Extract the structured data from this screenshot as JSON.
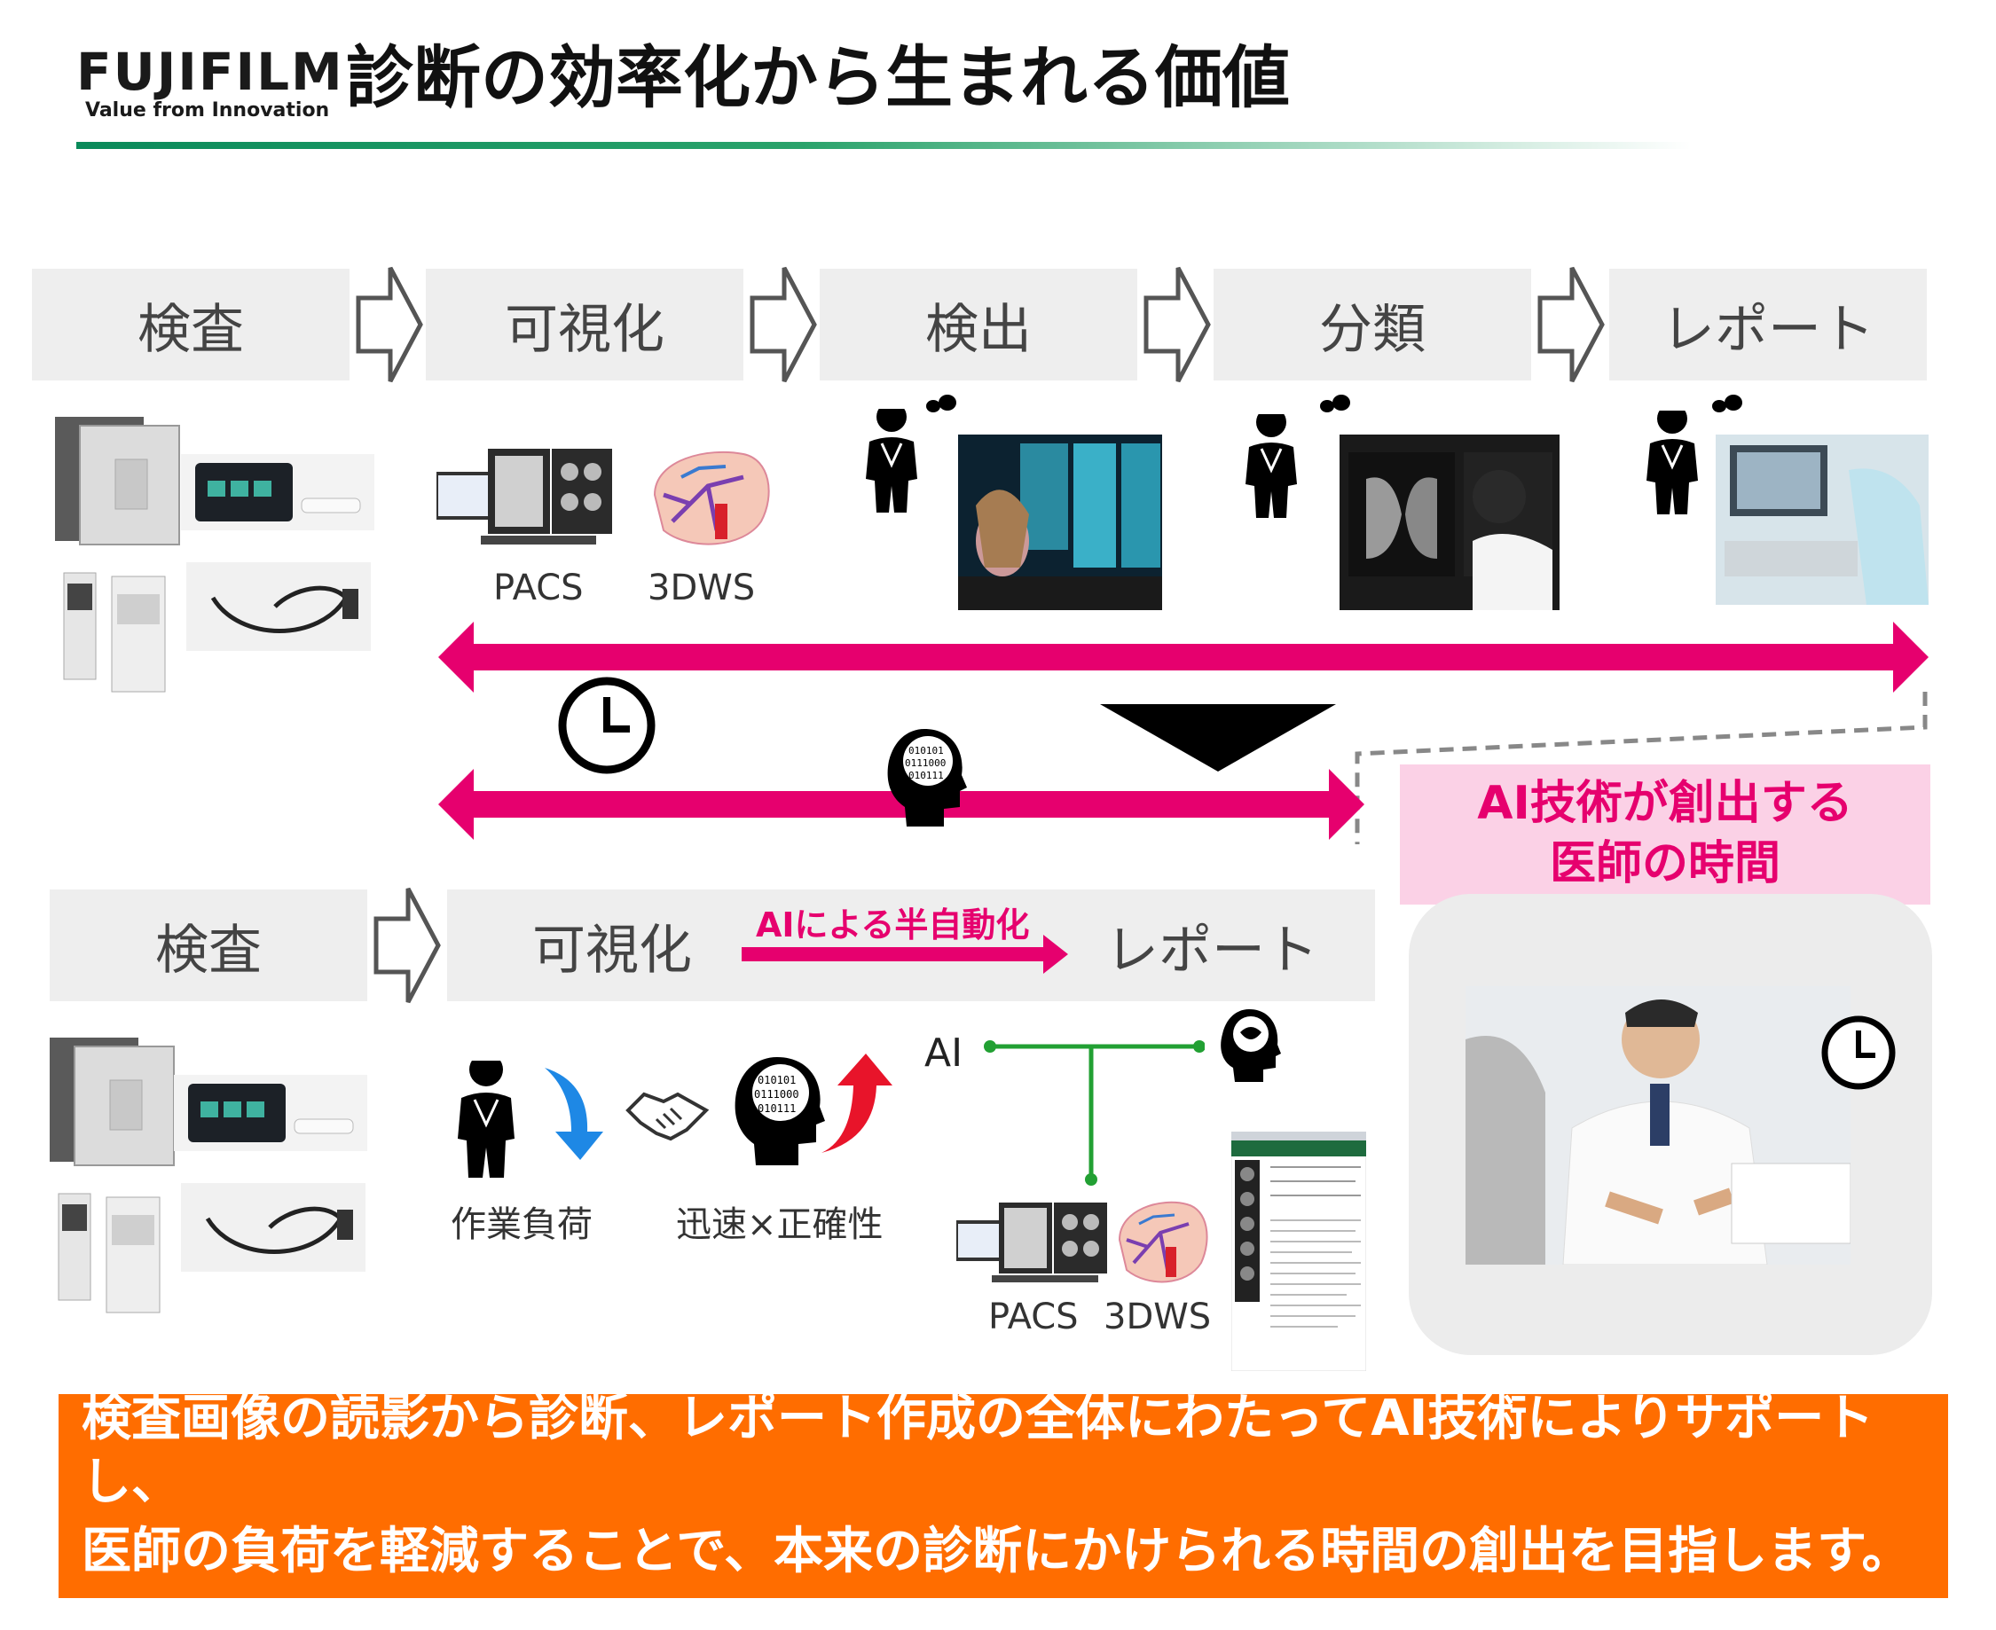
{
  "header": {
    "logo_name": "FUJIFILM",
    "logo_tagline": "Value from Innovation",
    "title": "診断の効率化から生まれる価値"
  },
  "workflow_current": {
    "steps": [
      "検査",
      "可視化",
      "検出",
      "分類",
      "レポート"
    ],
    "captions": {
      "pacs": "PACS",
      "dws": "3DWS"
    }
  },
  "workflow_ai": {
    "steps": [
      "検査",
      "可視化",
      "レポート"
    ],
    "automation_label": "AIによる半自動化",
    "ai_label": "AI",
    "workload_label": "作業負荷",
    "speed_label": "迅速×正確性",
    "captions": {
      "pacs": "PACS",
      "dws": "3DWS"
    }
  },
  "callout": {
    "line1": "AI技術が創出する",
    "line2": "医師の時間"
  },
  "footer": {
    "line1": "検査画像の読影から診断、レポート作成の全体にわたってAI技術によりサポート",
    "line2": "し、",
    "line3": "医師の負荷を軽減することで、本来の診断にかけられる時間の創出を目指します。"
  },
  "colors": {
    "accent_pink": "#e6006e",
    "band_orange": "#ff6d00",
    "rule_green": "#0a8a5a",
    "connector_green": "#22a033",
    "callout_pink_bg": "#fbd1e6"
  },
  "icons": [
    "clock-icon",
    "ai-head-icon",
    "doctor-icon",
    "thought-bubble-icon",
    "handshake-icon",
    "down-arrow-icon",
    "up-arrow-icon"
  ]
}
